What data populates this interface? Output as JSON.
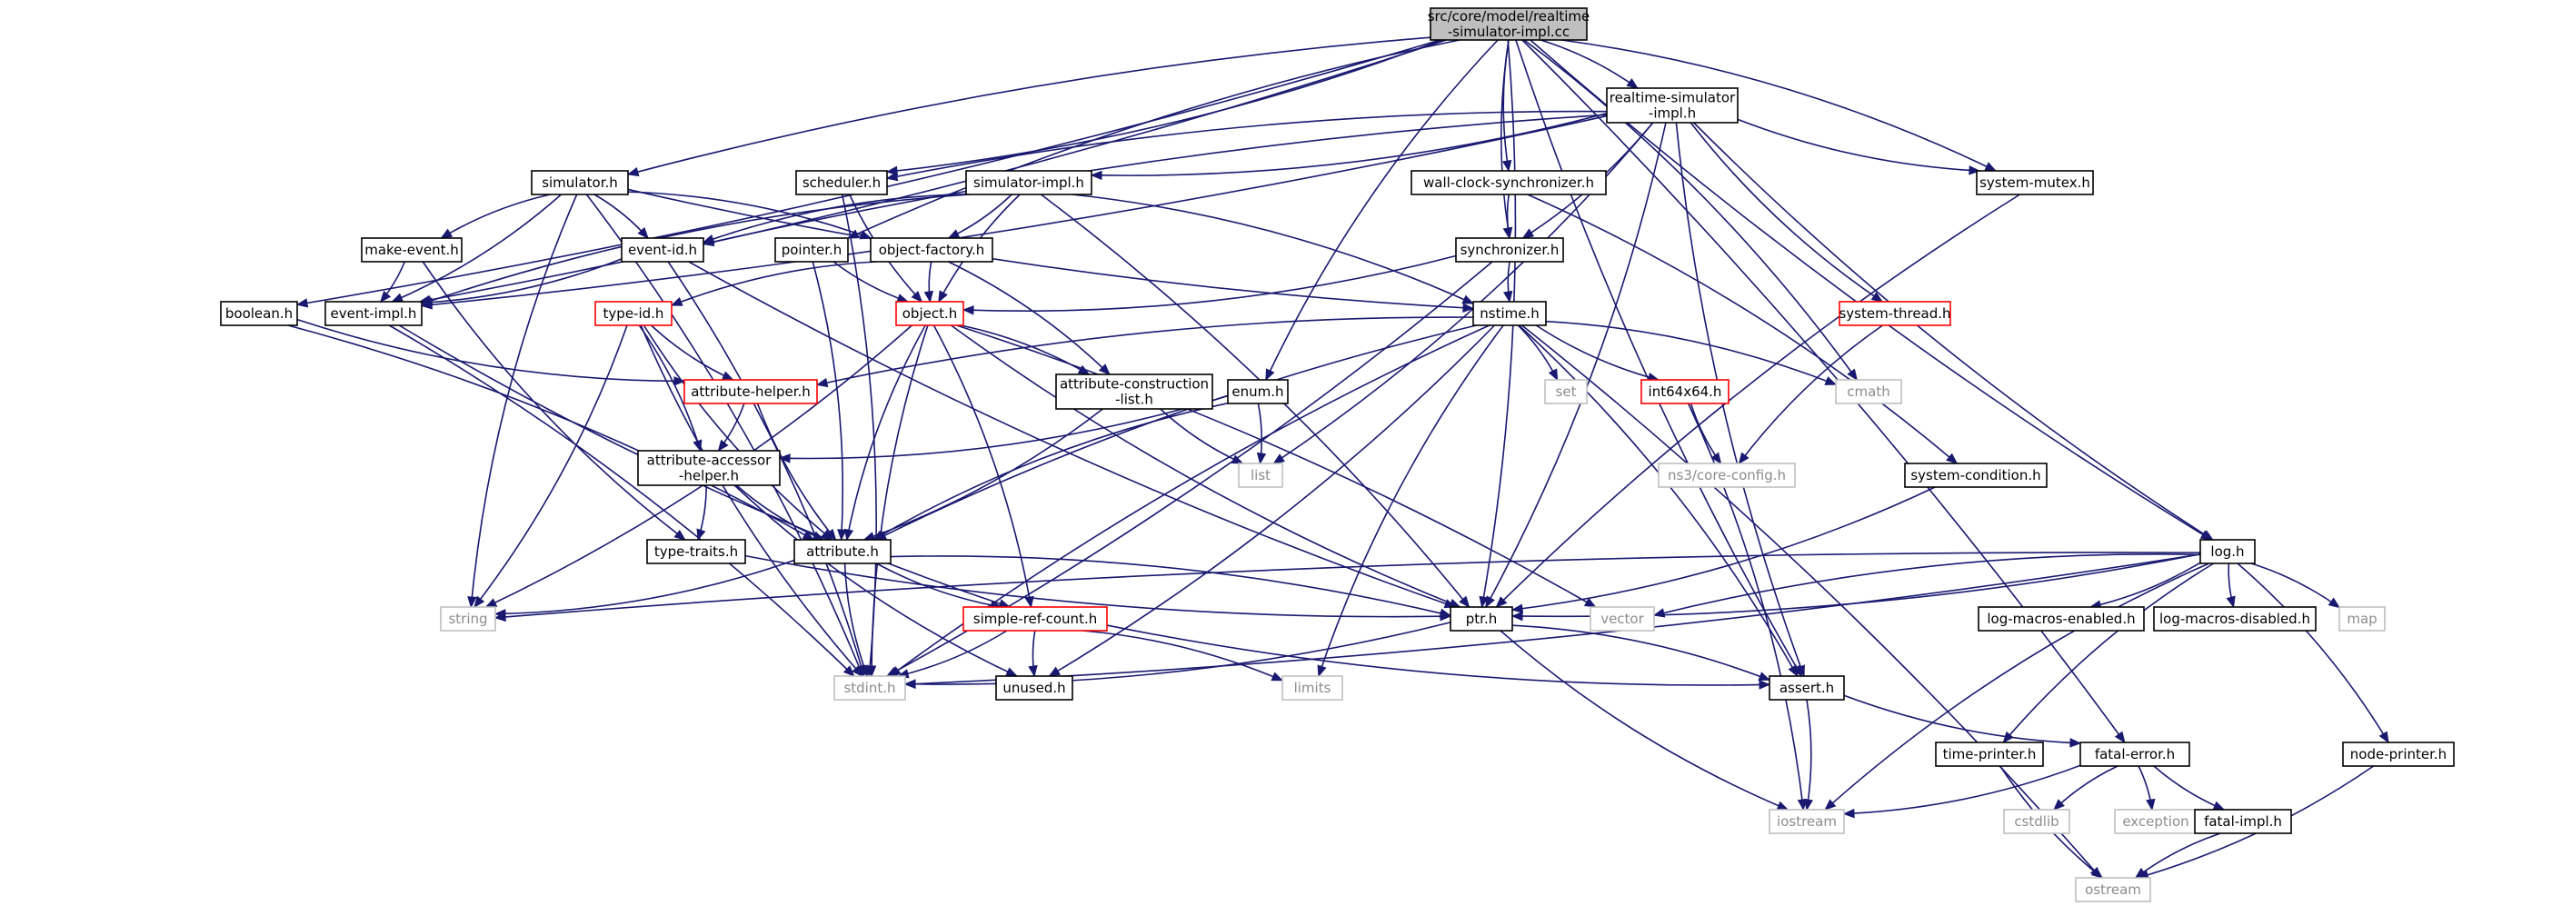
{
  "title": "src/core/model/realtime-simulator-impl.cc",
  "colors": {
    "edge": "#191970",
    "root_fill": "#bfbfbf",
    "node_border": "#000000",
    "incomplete_border": "#ff0000",
    "system_border": "#bfbfbf"
  },
  "nodes": {
    "root": {
      "lines": [
        "src/core/model/realtime",
        "-simulator-impl.cc"
      ],
      "style": "root"
    },
    "rtsimh": {
      "lines": [
        "realtime-simulator",
        "-impl.h"
      ],
      "style": "normal"
    },
    "simulatorh": {
      "lines": [
        "simulator.h"
      ],
      "style": "normal"
    },
    "schedulerh": {
      "lines": [
        "scheduler.h"
      ],
      "style": "normal"
    },
    "simimplh": {
      "lines": [
        "simulator-impl.h"
      ],
      "style": "normal"
    },
    "wallclockh": {
      "lines": [
        "wall-clock-synchronizer.h"
      ],
      "style": "normal"
    },
    "sysmutexh": {
      "lines": [
        "system-mutex.h"
      ],
      "style": "normal"
    },
    "makeeventh": {
      "lines": [
        "make-event.h"
      ],
      "style": "normal"
    },
    "eventidh": {
      "lines": [
        "event-id.h"
      ],
      "style": "normal"
    },
    "pointerh": {
      "lines": [
        "pointer.h"
      ],
      "style": "normal"
    },
    "objfactoryh": {
      "lines": [
        "object-factory.h"
      ],
      "style": "normal"
    },
    "synchh": {
      "lines": [
        "synchronizer.h"
      ],
      "style": "normal"
    },
    "booleanh": {
      "lines": [
        "boolean.h"
      ],
      "style": "normal"
    },
    "eventimplh": {
      "lines": [
        "event-impl.h"
      ],
      "style": "normal"
    },
    "typeidh": {
      "lines": [
        "type-id.h"
      ],
      "style": "red"
    },
    "objecth": {
      "lines": [
        "object.h"
      ],
      "style": "red"
    },
    "nstimeh": {
      "lines": [
        "nstime.h"
      ],
      "style": "normal"
    },
    "systhreadh": {
      "lines": [
        "system-thread.h"
      ],
      "style": "red"
    },
    "attrhelperh": {
      "lines": [
        "attribute-helper.h"
      ],
      "style": "red"
    },
    "attrconsth": {
      "lines": [
        "attribute-construction",
        "-list.h"
      ],
      "style": "normal"
    },
    "enumh": {
      "lines": [
        "enum.h"
      ],
      "style": "normal"
    },
    "set": {
      "lines": [
        "set"
      ],
      "style": "grey"
    },
    "int64h": {
      "lines": [
        "int64x64.h"
      ],
      "style": "red"
    },
    "cmath": {
      "lines": [
        "cmath"
      ],
      "style": "grey"
    },
    "attraccessh": {
      "lines": [
        "attribute-accessor",
        "-helper.h"
      ],
      "style": "normal"
    },
    "list": {
      "lines": [
        "list"
      ],
      "style": "grey"
    },
    "corecfg": {
      "lines": [
        "ns3/core-config.h"
      ],
      "style": "grey"
    },
    "syscondh": {
      "lines": [
        "system-condition.h"
      ],
      "style": "normal"
    },
    "logh": {
      "lines": [
        "log.h"
      ],
      "style": "normal"
    },
    "typetraitsh": {
      "lines": [
        "type-traits.h"
      ],
      "style": "normal"
    },
    "attributeh": {
      "lines": [
        "attribute.h"
      ],
      "style": "normal"
    },
    "string": {
      "lines": [
        "string"
      ],
      "style": "grey"
    },
    "simplerefh": {
      "lines": [
        "simple-ref-count.h"
      ],
      "style": "red"
    },
    "ptrh": {
      "lines": [
        "ptr.h"
      ],
      "style": "normal"
    },
    "vector": {
      "lines": [
        "vector"
      ],
      "style": "grey"
    },
    "logmenh": {
      "lines": [
        "log-macros-enabled.h"
      ],
      "style": "normal"
    },
    "logmdish": {
      "lines": [
        "log-macros-disabled.h"
      ],
      "style": "normal"
    },
    "map": {
      "lines": [
        "map"
      ],
      "style": "grey"
    },
    "stdinth": {
      "lines": [
        "stdint.h"
      ],
      "style": "grey"
    },
    "unusedh": {
      "lines": [
        "unused.h"
      ],
      "style": "normal"
    },
    "limits": {
      "lines": [
        "limits"
      ],
      "style": "grey"
    },
    "asserth": {
      "lines": [
        "assert.h"
      ],
      "style": "normal"
    },
    "timeprinterh": {
      "lines": [
        "time-printer.h"
      ],
      "style": "normal"
    },
    "fatalerrorh": {
      "lines": [
        "fatal-error.h"
      ],
      "style": "normal"
    },
    "nodeprinterh": {
      "lines": [
        "node-printer.h"
      ],
      "style": "normal"
    },
    "iostream": {
      "lines": [
        "iostream"
      ],
      "style": "grey"
    },
    "cstdlib": {
      "lines": [
        "cstdlib"
      ],
      "style": "grey"
    },
    "exception": {
      "lines": [
        "exception"
      ],
      "style": "grey"
    },
    "fatalimplh": {
      "lines": [
        "fatal-impl.h"
      ],
      "style": "normal"
    },
    "ostream": {
      "lines": [
        "ostream"
      ],
      "style": "grey"
    }
  },
  "edges": [
    [
      "root",
      "rtsimh"
    ],
    [
      "root",
      "simulatorh"
    ],
    [
      "root",
      "schedulerh"
    ],
    [
      "root",
      "wallclockh"
    ],
    [
      "root",
      "sysmutexh"
    ],
    [
      "root",
      "synchh"
    ],
    [
      "root",
      "eventimplh"
    ],
    [
      "root",
      "pointerh"
    ],
    [
      "root",
      "booleanh"
    ],
    [
      "root",
      "enumh"
    ],
    [
      "root",
      "cmath"
    ],
    [
      "root",
      "logh"
    ],
    [
      "root",
      "ptrh"
    ],
    [
      "root",
      "asserth"
    ],
    [
      "root",
      "fatalerrorh"
    ],
    [
      "rtsimh",
      "schedulerh"
    ],
    [
      "rtsimh",
      "simimplh"
    ],
    [
      "rtsimh",
      "sysmutexh"
    ],
    [
      "rtsimh",
      "synchh"
    ],
    [
      "rtsimh",
      "systhreadh"
    ],
    [
      "rtsimh",
      "list"
    ],
    [
      "rtsimh",
      "eventidh"
    ],
    [
      "rtsimh",
      "eventimplh"
    ],
    [
      "rtsimh",
      "logh"
    ],
    [
      "rtsimh",
      "ptrh"
    ],
    [
      "rtsimh",
      "asserth"
    ],
    [
      "simulatorh",
      "eventidh"
    ],
    [
      "simulatorh",
      "makeeventh"
    ],
    [
      "simulatorh",
      "objfactoryh"
    ],
    [
      "simulatorh",
      "nstimeh"
    ],
    [
      "simulatorh",
      "eventimplh"
    ],
    [
      "simulatorh",
      "string"
    ],
    [
      "simulatorh",
      "stdinth"
    ],
    [
      "schedulerh",
      "objecth"
    ],
    [
      "schedulerh",
      "stdinth"
    ],
    [
      "simimplh",
      "eventidh"
    ],
    [
      "simimplh",
      "objfactoryh"
    ],
    [
      "simimplh",
      "objecth"
    ],
    [
      "simimplh",
      "nstimeh"
    ],
    [
      "simimplh",
      "eventimplh"
    ],
    [
      "simimplh",
      "ptrh"
    ],
    [
      "wallclockh",
      "synchh"
    ],
    [
      "wallclockh",
      "syscondh"
    ],
    [
      "sysmutexh",
      "ptrh"
    ],
    [
      "makeeventh",
      "eventimplh"
    ],
    [
      "makeeventh",
      "typetraitsh"
    ],
    [
      "eventidh",
      "eventimplh"
    ],
    [
      "eventidh",
      "ptrh"
    ],
    [
      "eventidh",
      "stdinth"
    ],
    [
      "pointerh",
      "objecth"
    ],
    [
      "pointerh",
      "attributeh"
    ],
    [
      "objfactoryh",
      "objecth"
    ],
    [
      "objfactoryh",
      "attrconsth"
    ],
    [
      "objfactoryh",
      "typeidh"
    ],
    [
      "synchh",
      "objecth"
    ],
    [
      "synchh",
      "nstimeh"
    ],
    [
      "synchh",
      "stdinth"
    ],
    [
      "booleanh",
      "attrhelperh"
    ],
    [
      "booleanh",
      "attributeh"
    ],
    [
      "eventimplh",
      "simplerefh"
    ],
    [
      "eventimplh",
      "stdinth"
    ],
    [
      "typeidh",
      "attrhelperh"
    ],
    [
      "typeidh",
      "attraccessh"
    ],
    [
      "typeidh",
      "attributeh"
    ],
    [
      "typeidh",
      "string"
    ],
    [
      "typeidh",
      "stdinth"
    ],
    [
      "objecth",
      "attrconsth"
    ],
    [
      "objecth",
      "attributeh"
    ],
    [
      "objecth",
      "simplerefh"
    ],
    [
      "objecth",
      "ptrh"
    ],
    [
      "objecth",
      "vector"
    ],
    [
      "objecth",
      "stdinth"
    ],
    [
      "objecth",
      "string"
    ],
    [
      "nstimeh",
      "attrhelperh"
    ],
    [
      "nstimeh",
      "set"
    ],
    [
      "nstimeh",
      "int64h"
    ],
    [
      "nstimeh",
      "cmath"
    ],
    [
      "nstimeh",
      "attributeh"
    ],
    [
      "nstimeh",
      "asserth"
    ],
    [
      "nstimeh",
      "limits"
    ],
    [
      "nstimeh",
      "ostream"
    ],
    [
      "nstimeh",
      "stdinth"
    ],
    [
      "nstimeh",
      "unusedh"
    ],
    [
      "systhreadh",
      "corecfg"
    ],
    [
      "attrhelperh",
      "attraccessh"
    ],
    [
      "attrhelperh",
      "attributeh"
    ],
    [
      "attrconsth",
      "attributeh"
    ],
    [
      "attrconsth",
      "list"
    ],
    [
      "enumh",
      "attraccessh"
    ],
    [
      "enumh",
      "attributeh"
    ],
    [
      "enumh",
      "list"
    ],
    [
      "int64h",
      "corecfg"
    ],
    [
      "int64h",
      "iostream"
    ],
    [
      "attraccessh",
      "attributeh"
    ],
    [
      "attraccessh",
      "typetraitsh"
    ],
    [
      "attraccessh",
      "unusedh"
    ],
    [
      "syscondh",
      "ptrh"
    ],
    [
      "logh",
      "string"
    ],
    [
      "logh",
      "ptrh"
    ],
    [
      "logh",
      "vector"
    ],
    [
      "logh",
      "logmenh"
    ],
    [
      "logh",
      "logmdish"
    ],
    [
      "logh",
      "map"
    ],
    [
      "logh",
      "timeprinterh"
    ],
    [
      "logh",
      "nodeprinterh"
    ],
    [
      "logh",
      "iostream"
    ],
    [
      "logh",
      "stdinth"
    ],
    [
      "typetraitsh",
      "ptrh"
    ],
    [
      "attributeh",
      "string"
    ],
    [
      "attributeh",
      "simplerefh"
    ],
    [
      "attributeh",
      "ptrh"
    ],
    [
      "attributeh",
      "stdinth"
    ],
    [
      "simplerefh",
      "stdinth"
    ],
    [
      "simplerefh",
      "unusedh"
    ],
    [
      "simplerefh",
      "limits"
    ],
    [
      "simplerefh",
      "asserth"
    ],
    [
      "ptrh",
      "asserth"
    ],
    [
      "ptrh",
      "iostream"
    ],
    [
      "ptrh",
      "stdinth"
    ],
    [
      "asserth",
      "fatalerrorh"
    ],
    [
      "asserth",
      "iostream"
    ],
    [
      "timeprinterh",
      "ostream"
    ],
    [
      "fatalerrorh",
      "iostream"
    ],
    [
      "fatalerrorh",
      "cstdlib"
    ],
    [
      "fatalerrorh",
      "exception"
    ],
    [
      "fatalerrorh",
      "fatalimplh"
    ],
    [
      "nodeprinterh",
      "ostream"
    ],
    [
      "fatalimplh",
      "ostream"
    ]
  ]
}
